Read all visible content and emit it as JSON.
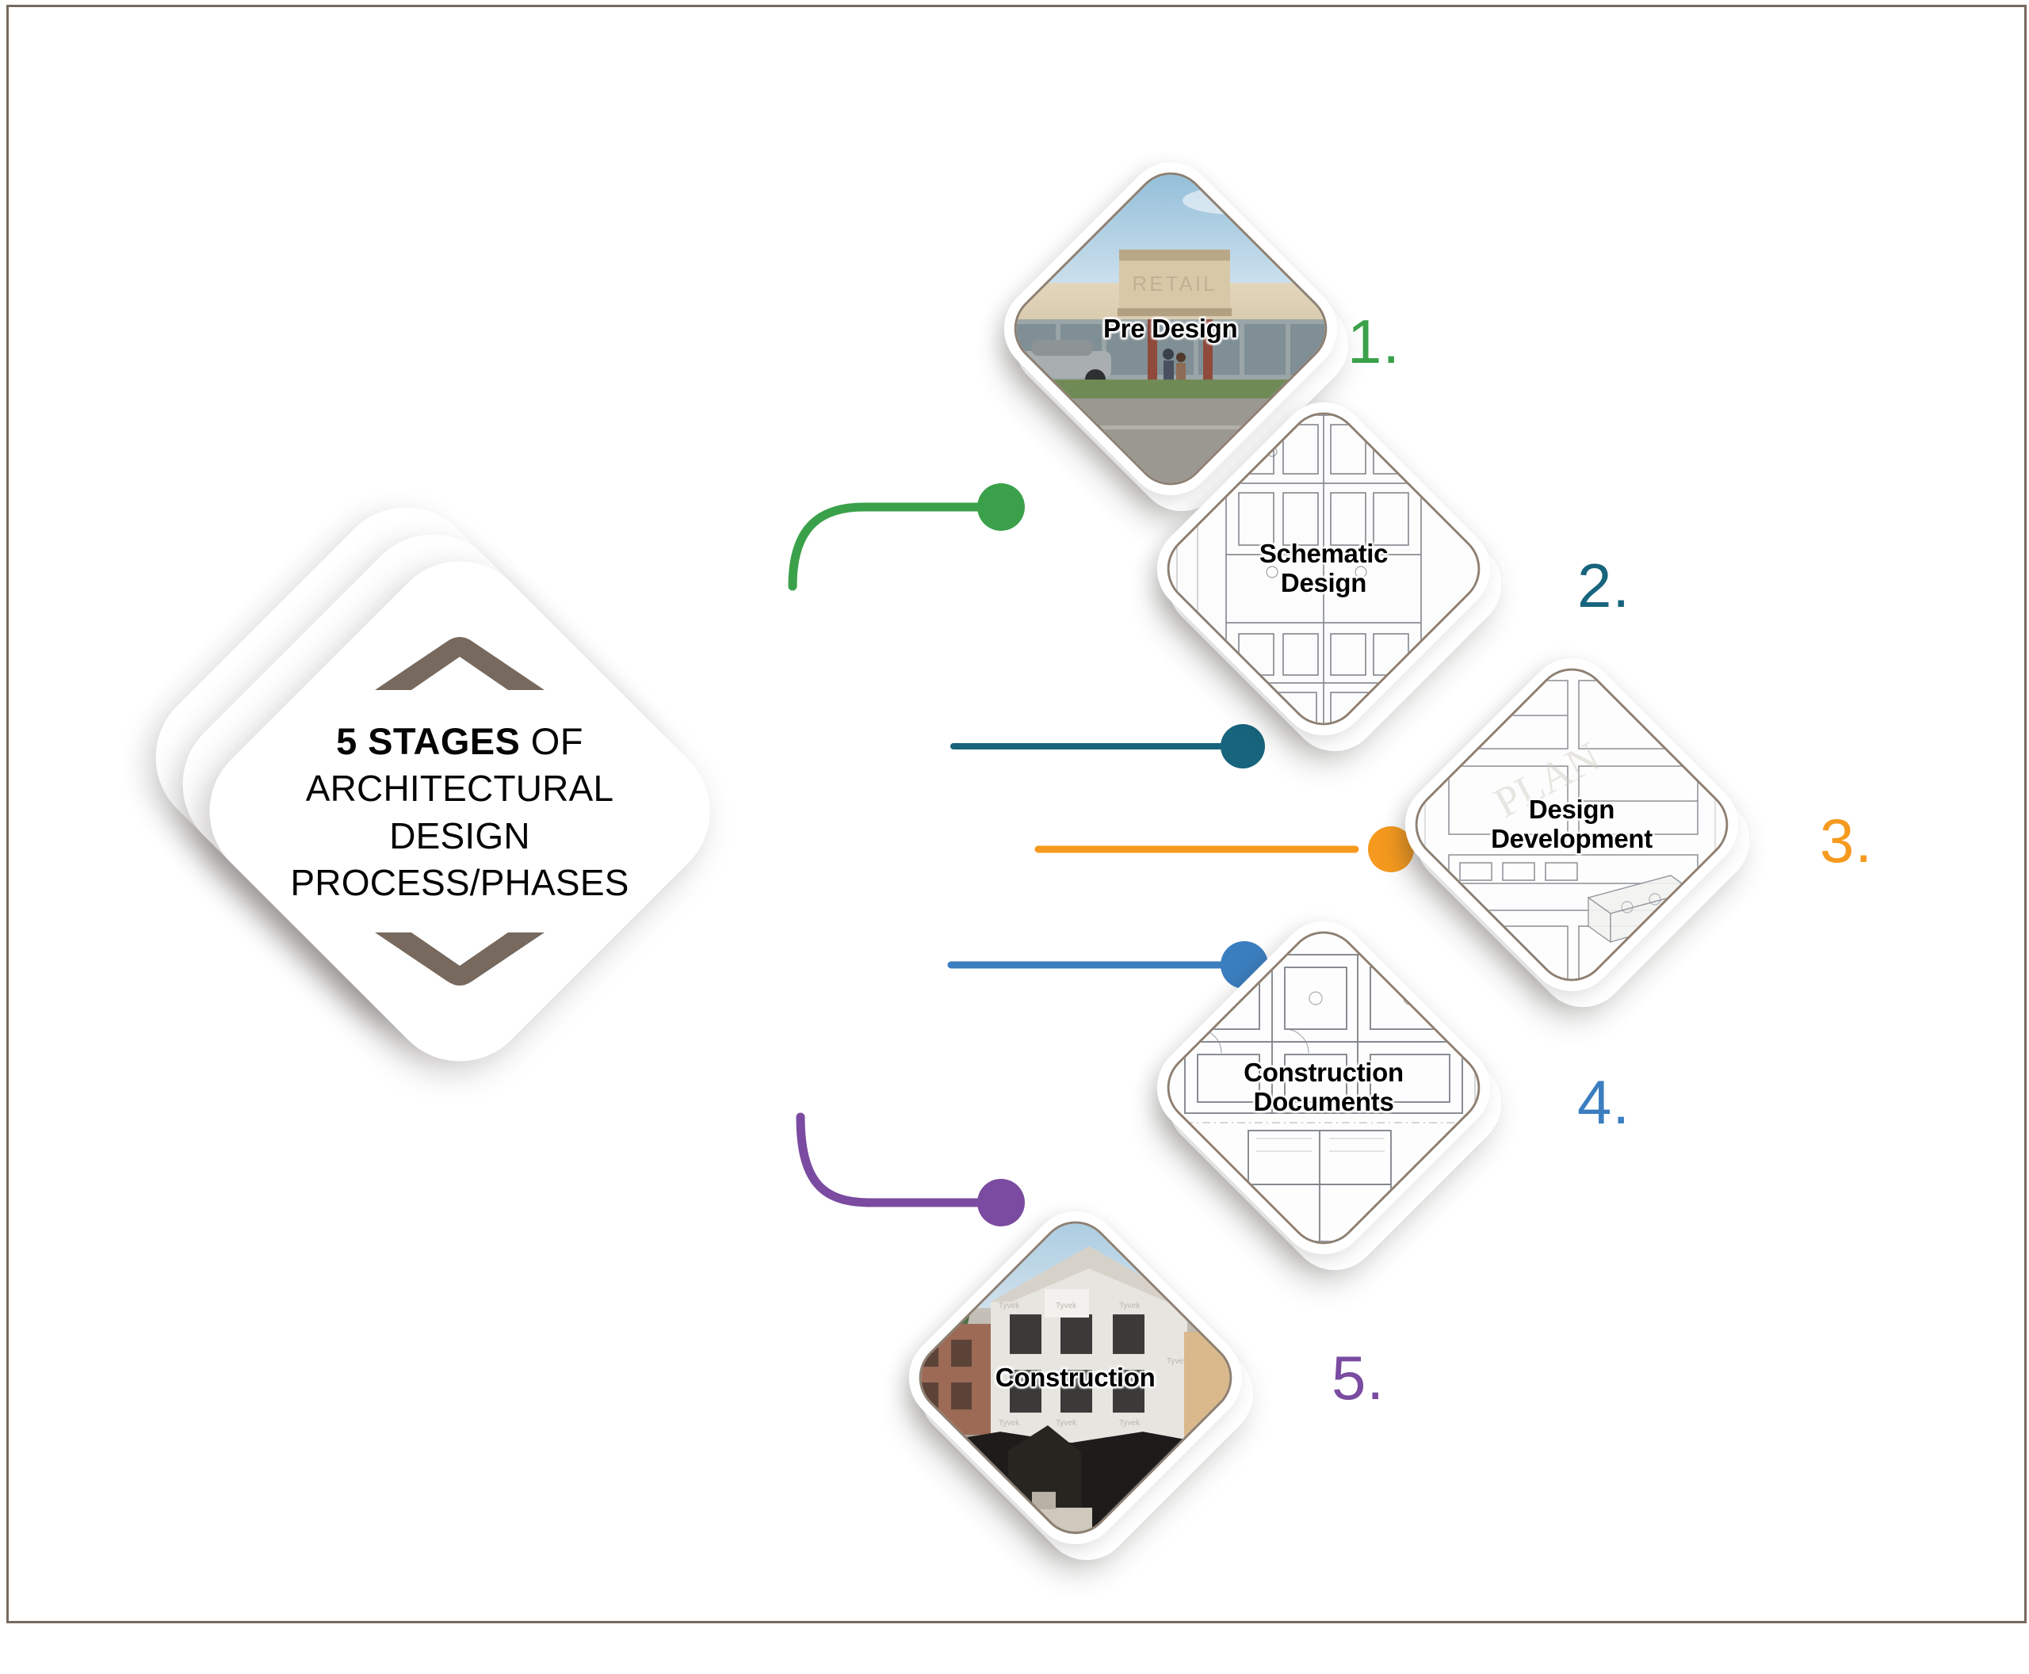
{
  "hub": {
    "title_bold": "5 STAGES",
    "title_light": " OF",
    "title_line2": "ARCHITECTURAL",
    "title_line3": "DESIGN",
    "title_line4": "PROCESS/PHASES",
    "chevron_color": "#77695e",
    "icon_top": "chevron-up-icon",
    "icon_bottom": "chevron-down-icon"
  },
  "stages": [
    {
      "number": "1.",
      "label": "Pre Design",
      "color": "#3aa14a",
      "image": "retail-storefront-rendering",
      "connector": "curve-up"
    },
    {
      "number": "2.",
      "label": "Schematic\nDesign",
      "label_line1": "Schematic",
      "label_line2": "Design",
      "color": "#17647c",
      "image": "schematic-floor-plan",
      "connector": "straight"
    },
    {
      "number": "3.",
      "label": "Design\nDevelopment",
      "label_line1": "Design",
      "label_line2": "Development",
      "color": "#f59a1e",
      "image": "interior-elevation-drawings",
      "connector": "straight"
    },
    {
      "number": "4.",
      "label": "Construction\nDocuments",
      "label_line1": "Construction",
      "label_line2": "Documents",
      "color": "#3b7ec0",
      "image": "construction-document-plan",
      "connector": "straight"
    },
    {
      "number": "5.",
      "label": "Construction",
      "color": "#7a4ba0",
      "image": "building-under-construction-photo",
      "connector": "curve-down"
    }
  ],
  "frame": {
    "border_color": "#77695e"
  }
}
